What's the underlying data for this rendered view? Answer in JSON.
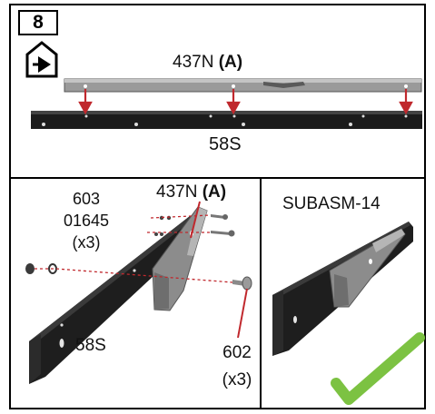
{
  "step": {
    "number": "8"
  },
  "top_panel": {
    "upper_part_label": "437N",
    "upper_part_suffix": "(A)",
    "lower_part_label": "58S"
  },
  "left_panel": {
    "hardware_code_1": "603",
    "hardware_code_2": "01645",
    "hardware_qty": "(x3)",
    "upright_label": "437N",
    "upright_suffix": "(A)",
    "rail_label": "58S",
    "bolt_code": "602",
    "bolt_qty": "(x3)"
  },
  "right_panel": {
    "subassembly_label": "SUBASM-14",
    "check_color": "#7cc242"
  },
  "colors": {
    "arrow_red": "#c0282d",
    "rail_black": "#1c1c1c",
    "part_gray": "#8a8a8a"
  }
}
